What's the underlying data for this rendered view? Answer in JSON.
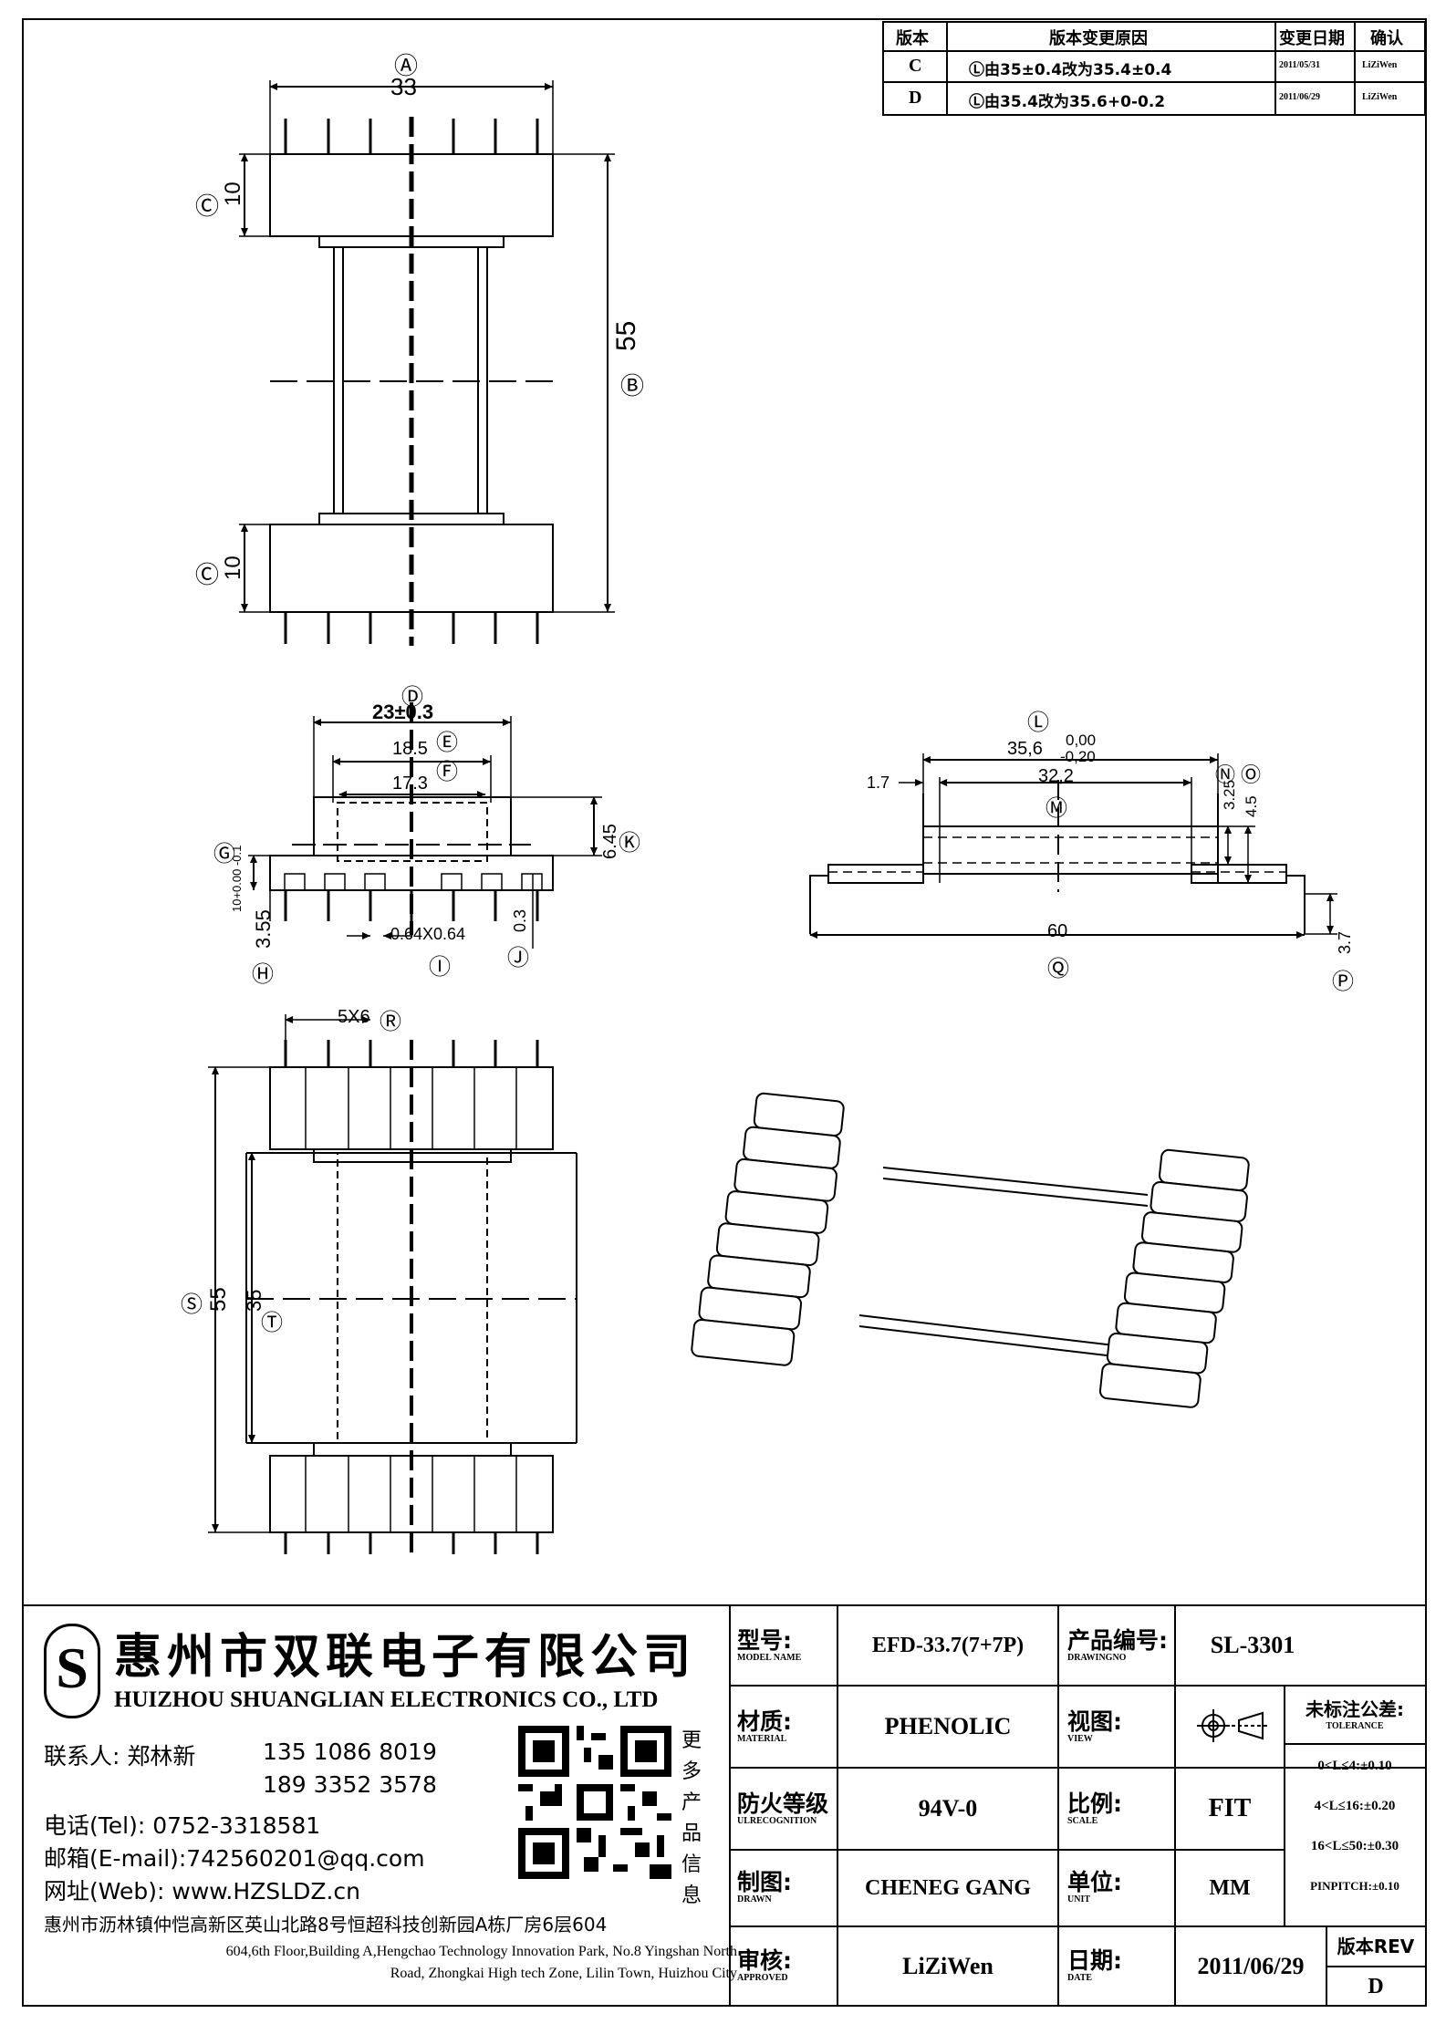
{
  "revision_table": {
    "headers": [
      "版本",
      "版本变更原因",
      "变更日期",
      "确认"
    ],
    "rows": [
      {
        "rev": "C",
        "reason": "Ⓛ由35±0.4改为35.4±0.4",
        "date": "2011/05/31",
        "confirm": "LiZiWen"
      },
      {
        "rev": "D",
        "reason": "Ⓛ由35.4改为35.6+0-0.2",
        "date": "2011/06/29",
        "confirm": "LiZiWen"
      }
    ]
  },
  "drawing": {
    "top_view": {
      "dim_a": "33",
      "mark_a": "Ⓐ",
      "dim_b": "55",
      "mark_b": "Ⓑ",
      "dim_c_top": "10",
      "dim_c_bottom": "10",
      "mark_c": "Ⓒ"
    },
    "side_view": {
      "dim_d": "23±0.3",
      "mark_d": "Ⓓ",
      "dim_e": "18.5",
      "mark_e": "Ⓔ",
      "dim_f": "17.3",
      "mark_f": "Ⓕ",
      "dim_g": "10+0.00 -0.1",
      "mark_g": "Ⓖ",
      "dim_h": "3.55",
      "mark_h": "Ⓗ",
      "dim_i": "0.64X0.64",
      "mark_i": "Ⓘ",
      "dim_j": "0.3",
      "mark_j": "Ⓙ",
      "dim_k": "6.45",
      "mark_k": "Ⓚ"
    },
    "front_view": {
      "dim_l": "35,6",
      "dim_l_tol_top": "0,00",
      "dim_l_tol_bottom": "-0,20",
      "mark_l": "Ⓛ",
      "dim_m": "32,2",
      "mark_m": "Ⓜ",
      "dim_17": "1.7",
      "dim_n": "3.25",
      "mark_n": "Ⓝ",
      "dim_o": "4.5",
      "mark_o": "Ⓞ",
      "dim_p": "3.7",
      "mark_p": "Ⓟ",
      "dim_q": "60",
      "mark_q": "Ⓠ"
    },
    "bottom_view": {
      "dim_r": "5X6",
      "mark_r": "Ⓡ",
      "dim_s": "55",
      "mark_s": "Ⓢ",
      "dim_t": "35",
      "mark_t": "Ⓣ"
    }
  },
  "company": {
    "logo_text": "S",
    "name_cn": "惠州市双联电子有限公司",
    "name_en": "HUIZHOU SHUANGLIAN ELECTRONICS CO., LTD",
    "contact_label": "联系人: 郑林新",
    "phone1": "135 1086 8019",
    "phone2": "189 3352 3578",
    "tel": "电话(Tel): 0752-3318581",
    "email": "邮箱(E-mail):742560201@qq.com",
    "web": "网址(Web): www.HZSLDZ.cn",
    "qr_caption": [
      "更",
      "多",
      "产",
      "品",
      "信",
      "息"
    ],
    "address_cn": "惠州市沥林镇仲恺高新区英山北路8号恒超科技创新园A栋厂房6层604",
    "address_en_1": "604,6th Floor,Building A,Hengchao Technology Innovation Park, No.8 Yingshan North",
    "address_en_2": "Road, Zhongkai High tech Zone, Lilin Town, Huizhou City"
  },
  "title_block": {
    "model_cn": "型号:",
    "model_en": "MODEL NAME",
    "model_value": "EFD-33.7(7+7P)",
    "drawno_cn": "产品编号:",
    "drawno_en": "DRAWINGNO",
    "drawno_value": "SL-3301",
    "material_cn": "材质:",
    "material_en": "MATERIAL",
    "material_value": "PHENOLIC",
    "view_cn": "视图:",
    "view_en": "VIEW",
    "tolerance_cn": "未标注公差:",
    "tolerance_en": "TOLERANCE",
    "fire_cn": "防火等级",
    "fire_en": "ULRECOGNITION",
    "fire_value": "94V-0",
    "scale_cn": "比例:",
    "scale_en": "SCALE",
    "scale_value": "FIT",
    "tol1": "0<L≤4:±0.10",
    "tol2": "4<L≤16:±0.20",
    "tol3": "16<L≤50:±0.30",
    "tol4": "PINPITCH:±0.10",
    "drawn_cn": "制图:",
    "drawn_en": "DRAWN",
    "drawn_value": "CHENEG GANG",
    "unit_cn": "单位:",
    "unit_en": "UNIT",
    "unit_value": "MM",
    "approved_cn": "审核:",
    "approved_en": "APPROVED",
    "approved_value": "LiZiWen",
    "date_cn": "日期:",
    "date_en": "DATE",
    "date_value": "2011/06/29",
    "rev_label": "版本REV",
    "rev_value": "D"
  }
}
